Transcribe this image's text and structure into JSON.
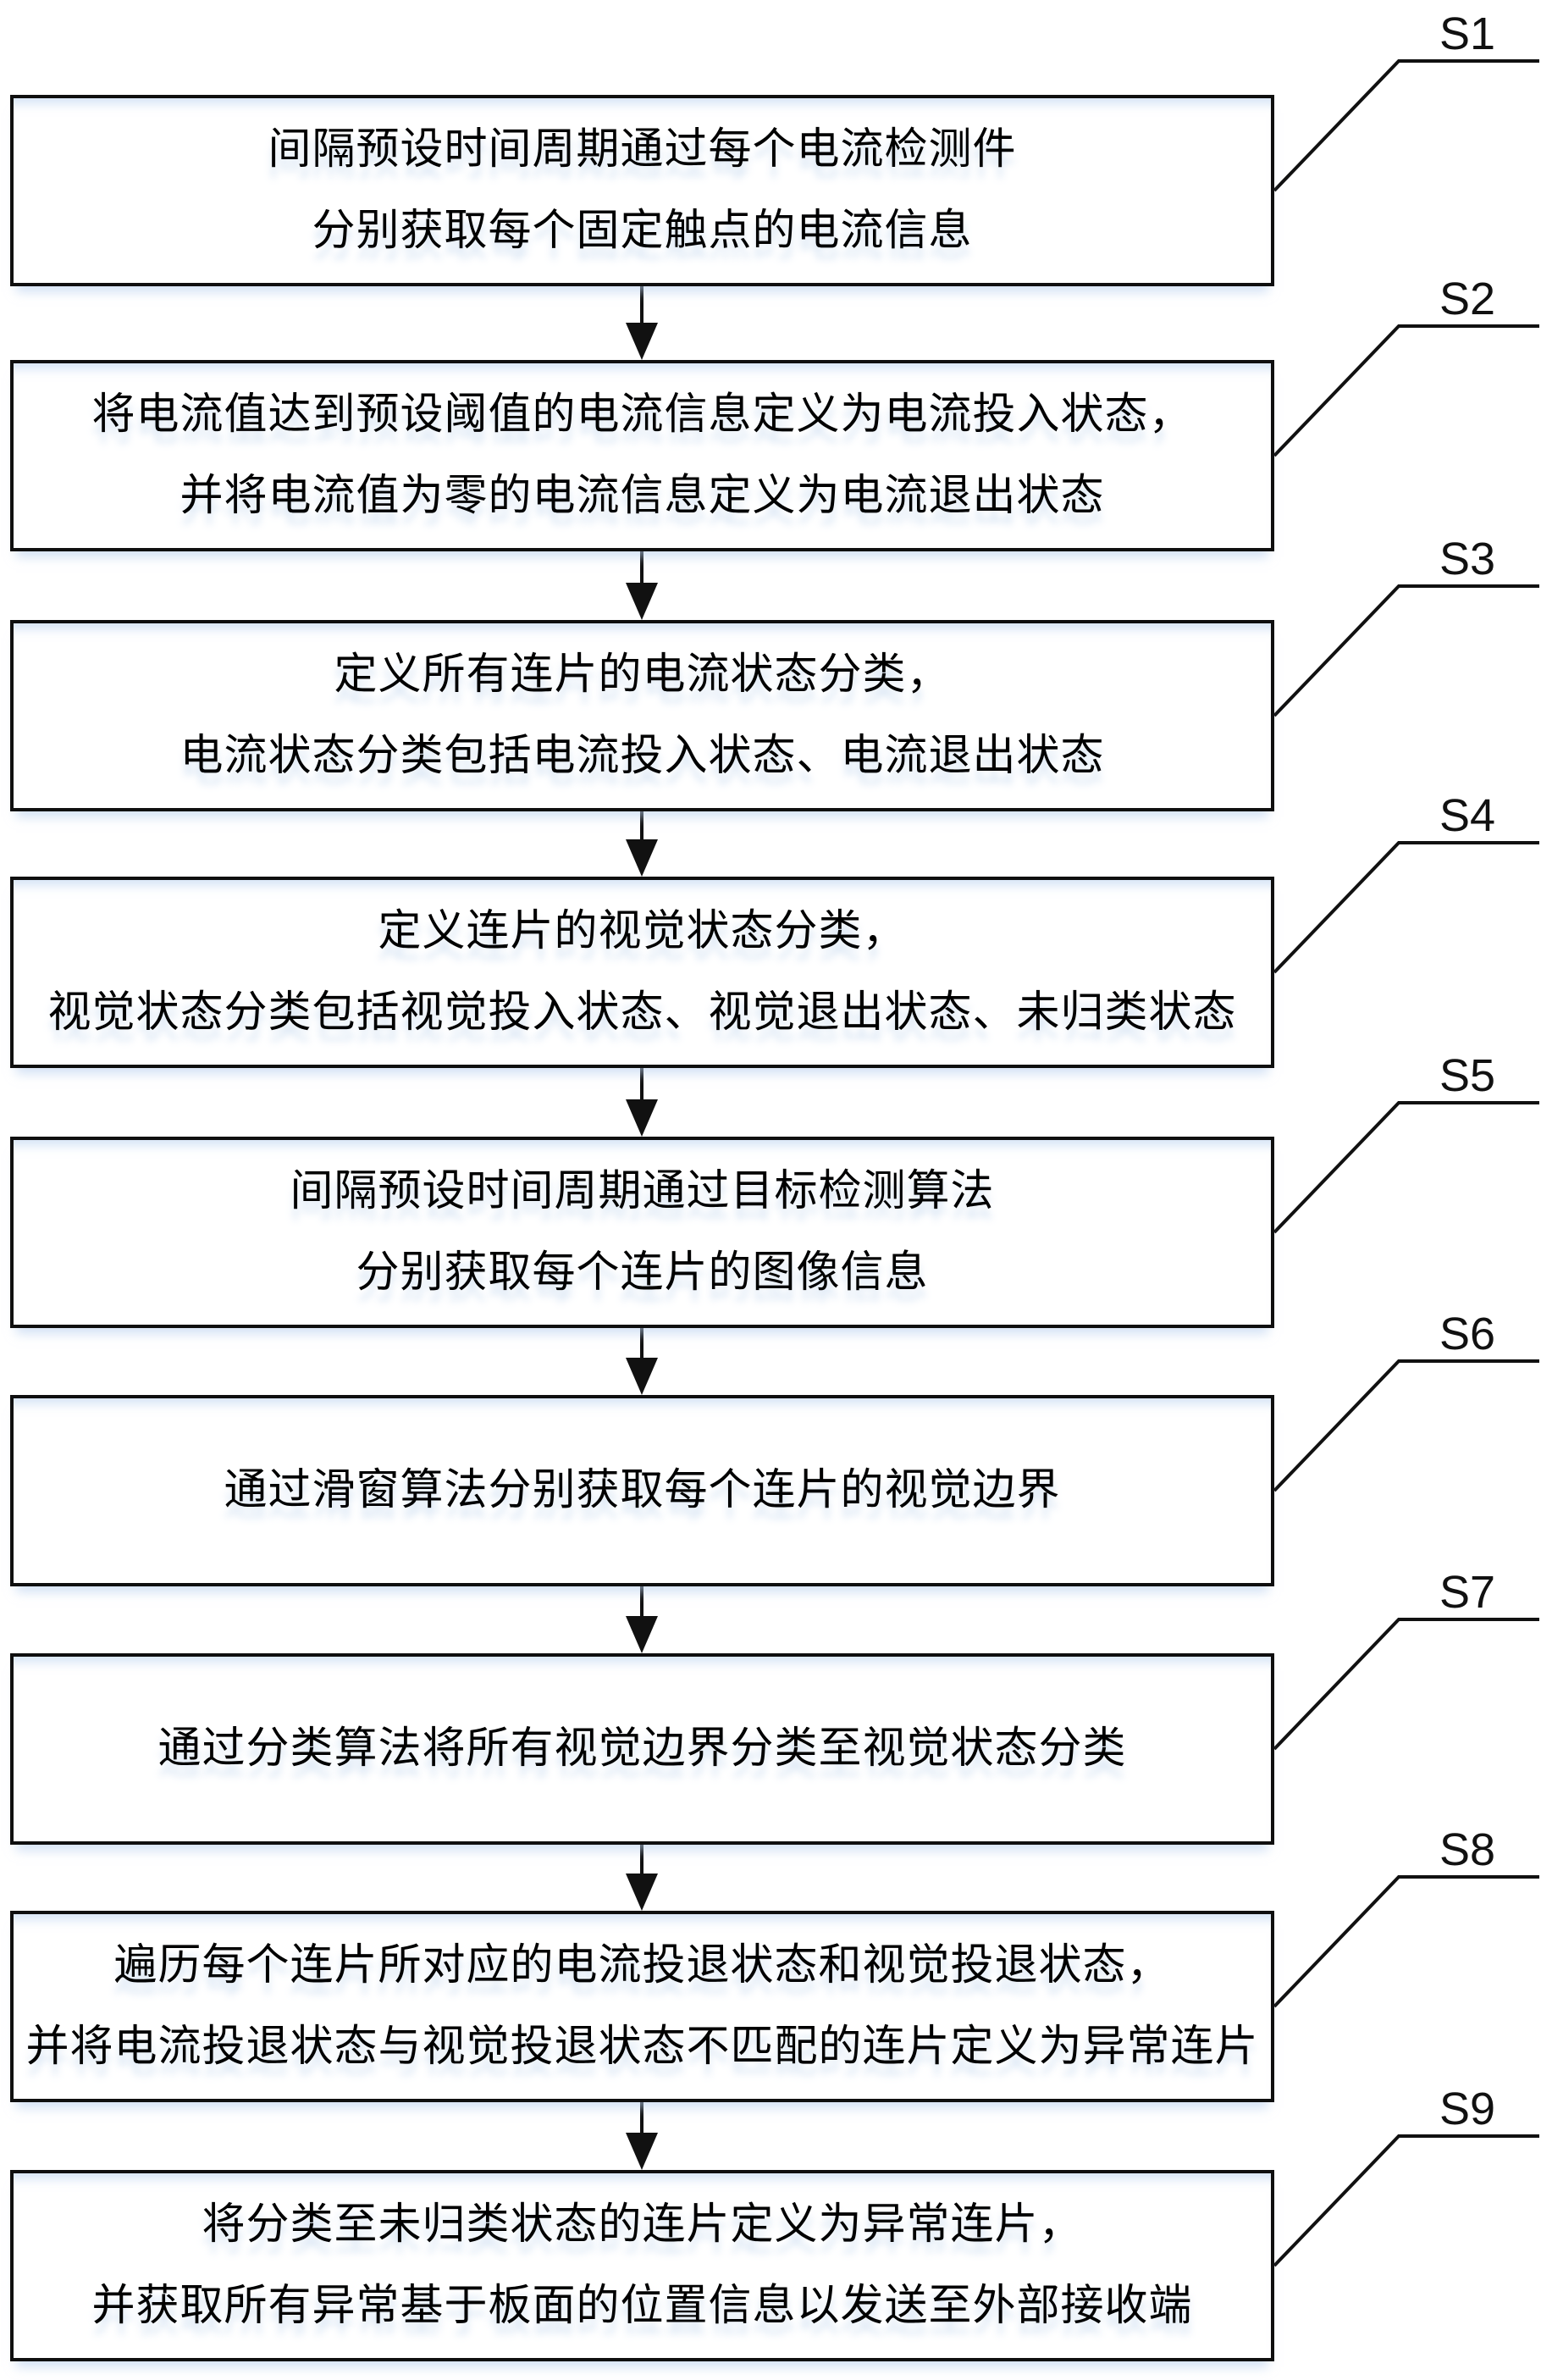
{
  "figure": {
    "type": "flowchart",
    "direction": "top-to-bottom",
    "colors": {
      "line": "#111111",
      "box_border": "#0f0f0f",
      "box_background": "#ffffff",
      "shadow_tint": "#b7cfee",
      "page_background": "#ffffff",
      "text": "#000000"
    }
  },
  "steps": [
    {
      "step_label": "S1",
      "lines": [
        "间隔预设时间周期通过每个电流检测件",
        "分别获取每个固定触点的电流信息"
      ]
    },
    {
      "step_label": "S2",
      "lines": [
        "将电流值达到预设阈值的电流信息定义为电流投入状态，",
        "并将电流值为零的电流信息定义为电流退出状态"
      ]
    },
    {
      "step_label": "S3",
      "lines": [
        "定义所有连片的电流状态分类，",
        "电流状态分类包括电流投入状态、电流退出状态"
      ]
    },
    {
      "step_label": "S4",
      "lines": [
        "定义连片的视觉状态分类，",
        "视觉状态分类包括视觉投入状态、视觉退出状态、未归类状态"
      ]
    },
    {
      "step_label": "S5",
      "lines": [
        "间隔预设时间周期通过目标检测算法",
        "分别获取每个连片的图像信息"
      ]
    },
    {
      "step_label": "S6",
      "lines": [
        "通过滑窗算法分别获取每个连片的视觉边界"
      ]
    },
    {
      "step_label": "S7",
      "lines": [
        "通过分类算法将所有视觉边界分类至视觉状态分类"
      ]
    },
    {
      "step_label": "S8",
      "lines": [
        "遍历每个连片所对应的电流投退状态和视觉投退状态，",
        "并将电流投退状态与视觉投退状态不匹配的连片定义为异常连片"
      ]
    },
    {
      "step_label": "S9",
      "lines": [
        "将分类至未归类状态的连片定义为异常连片，",
        "并获取所有异常基于板面的位置信息以发送至外部接收端"
      ]
    }
  ]
}
